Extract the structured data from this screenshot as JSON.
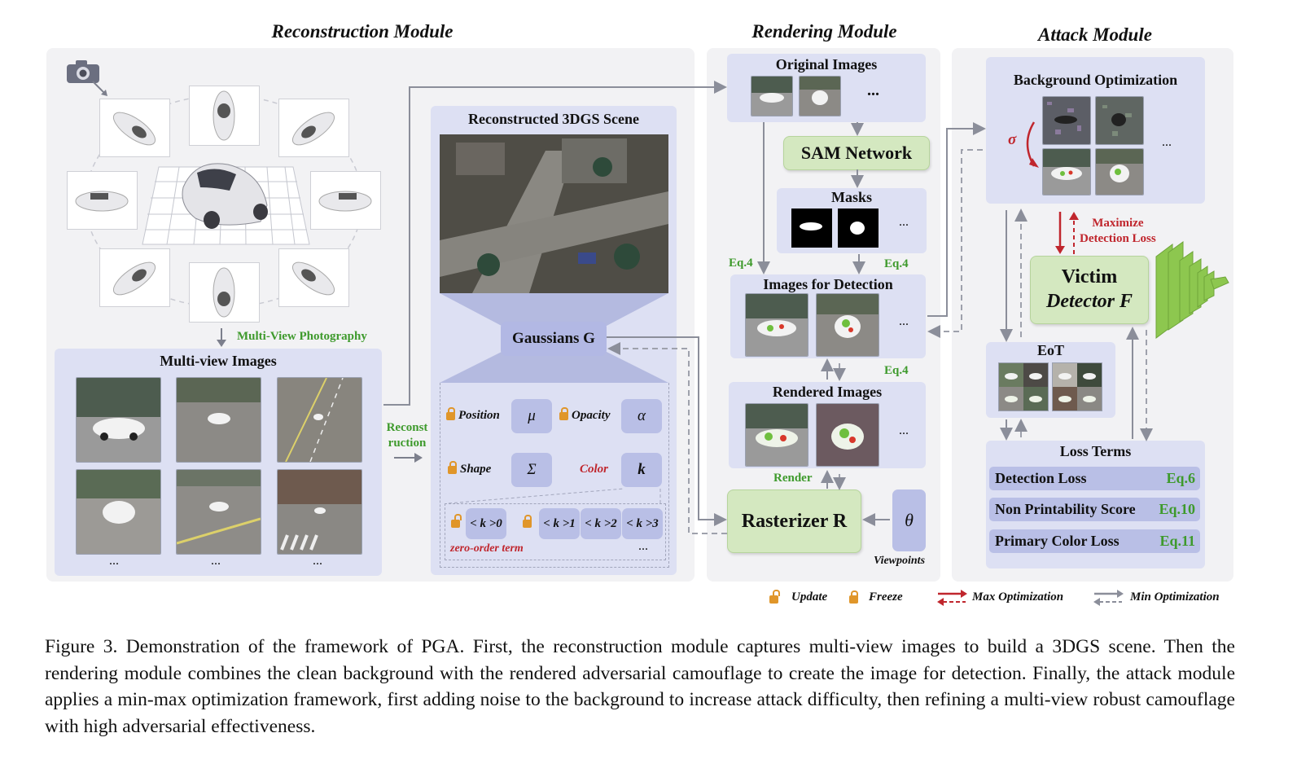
{
  "modules": {
    "reconstruction": "Reconstruction Module",
    "rendering": "Rendering Module",
    "attack": "Attack Module"
  },
  "reconstruction": {
    "multi_view_photography": "Multi-View Photography",
    "multi_view_images": "Multi-view Images",
    "reconstruction_label_1": "Reconst",
    "reconstruction_label_2": "ruction",
    "scene_title": "Reconstructed 3DGS Scene",
    "gaussians": "Gaussians G",
    "position": "Position",
    "opacity": "Opacity",
    "shape": "Shape",
    "color": "Color",
    "mu": "μ",
    "alpha": "α",
    "sigma": "Σ",
    "k": "k",
    "k0": "< k >0",
    "k1": "< k >1",
    "k2": "< k >2",
    "k3": "< k >3",
    "zero_order": "zero-order term",
    "ellipsis": "..."
  },
  "rendering": {
    "original_images": "Original Images",
    "sam": "SAM Network",
    "masks": "Masks",
    "images_for_detection": "Images for Detection",
    "rendered_images": "Rendered Images",
    "rasterizer": "Rasterizer R",
    "theta": "θ",
    "viewpoints": "Viewpoints",
    "eq4": "Eq.4",
    "render": "Render",
    "ellipsis": "..."
  },
  "attack": {
    "background_optimization": "Background Optimization",
    "sigma": "σ",
    "maximize_1": "Maximize",
    "maximize_2": "Detection Loss",
    "victim_1": "Victim",
    "victim_2": "Detector F",
    "eot": "EoT",
    "loss_terms": "Loss Terms",
    "losses": [
      {
        "name": "Detection Loss",
        "eq": "Eq.6"
      },
      {
        "name": "Non Printability Score",
        "eq": "Eq.10"
      },
      {
        "name": "Primary Color Loss",
        "eq": "Eq.11"
      }
    ],
    "ellipsis": "..."
  },
  "legend": {
    "update": "Update",
    "freeze": "Freeze",
    "max_opt": "Max Optimization",
    "min_opt": "Min Optimization"
  },
  "colors": {
    "green": "#3e9a2c",
    "red": "#c0262d",
    "box": "#dde0f3",
    "param": "#b9bfe6"
  },
  "caption": "Figure 3. Demonstration of the framework of PGA. First, the reconstruction module captures multi-view images to build a 3DGS scene. Then the rendering module combines the clean background with the rendered adversarial camouflage to create the image for detection. Finally, the attack module applies a min-max optimization framework, first adding noise to the background to increase attack difficulty, then refining a multi-view robust camouflage with high adversarial effectiveness."
}
